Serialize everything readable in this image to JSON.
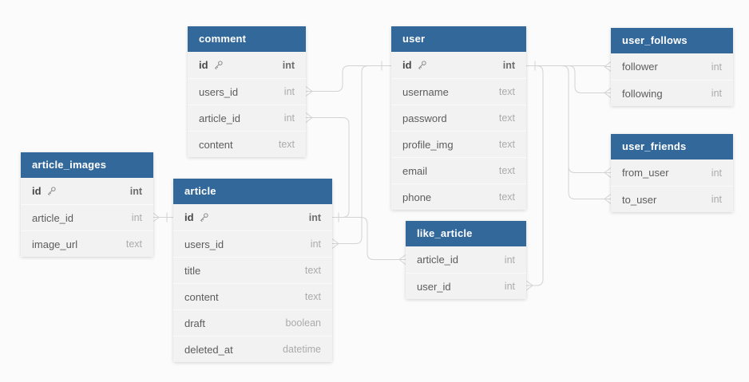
{
  "diagram": {
    "type": "database-schema",
    "header_color": "#33689B",
    "row_bg": "#F2F2F2",
    "background": "#FBFBFB",
    "line_color": "#D3D3D3",
    "pk_icon": "key-icon"
  },
  "tables": [
    {
      "name": "comment",
      "columns": [
        {
          "name": "id",
          "type": "int",
          "pk": true
        },
        {
          "name": "users_id",
          "type": "int"
        },
        {
          "name": "article_id",
          "type": "int"
        },
        {
          "name": "content",
          "type": "text"
        }
      ]
    },
    {
      "name": "user",
      "columns": [
        {
          "name": "id",
          "type": "int",
          "pk": true
        },
        {
          "name": "username",
          "type": "text"
        },
        {
          "name": "password",
          "type": "text"
        },
        {
          "name": "profile_img",
          "type": "text"
        },
        {
          "name": "email",
          "type": "text"
        },
        {
          "name": "phone",
          "type": "text"
        }
      ]
    },
    {
      "name": "user_follows",
      "columns": [
        {
          "name": "follower",
          "type": "int"
        },
        {
          "name": "following",
          "type": "int"
        }
      ]
    },
    {
      "name": "user_friends",
      "columns": [
        {
          "name": "from_user",
          "type": "int"
        },
        {
          "name": "to_user",
          "type": "int"
        }
      ]
    },
    {
      "name": "article_images",
      "columns": [
        {
          "name": "id",
          "type": "int",
          "pk": true
        },
        {
          "name": "article_id",
          "type": "int"
        },
        {
          "name": "image_url",
          "type": "text"
        }
      ]
    },
    {
      "name": "article",
      "columns": [
        {
          "name": "id",
          "type": "int",
          "pk": true
        },
        {
          "name": "users_id",
          "type": "int"
        },
        {
          "name": "title",
          "type": "text"
        },
        {
          "name": "content",
          "type": "text"
        },
        {
          "name": "draft",
          "type": "boolean"
        },
        {
          "name": "deleted_at",
          "type": "datetime"
        }
      ]
    },
    {
      "name": "like_article",
      "columns": [
        {
          "name": "article_id",
          "type": "int"
        },
        {
          "name": "user_id",
          "type": "int"
        }
      ]
    }
  ],
  "relationships": [
    {
      "from": "comment.users_id",
      "to": "user.id",
      "cardinality": "many-to-one"
    },
    {
      "from": "comment.article_id",
      "to": "article.id",
      "cardinality": "many-to-one"
    },
    {
      "from": "article_images.article_id",
      "to": "article.id",
      "cardinality": "many-to-one"
    },
    {
      "from": "article.users_id",
      "to": "user.id",
      "cardinality": "many-to-one"
    },
    {
      "from": "like_article.article_id",
      "to": "article.id",
      "cardinality": "many-to-one"
    },
    {
      "from": "like_article.user_id",
      "to": "user.id",
      "cardinality": "many-to-one"
    },
    {
      "from": "user_follows.follower",
      "to": "user.id",
      "cardinality": "many-to-one"
    },
    {
      "from": "user_follows.following",
      "to": "user.id",
      "cardinality": "many-to-one"
    },
    {
      "from": "user_friends.from_user",
      "to": "user.id",
      "cardinality": "many-to-one"
    },
    {
      "from": "user_friends.to_user",
      "to": "user.id",
      "cardinality": "many-to-one"
    }
  ]
}
